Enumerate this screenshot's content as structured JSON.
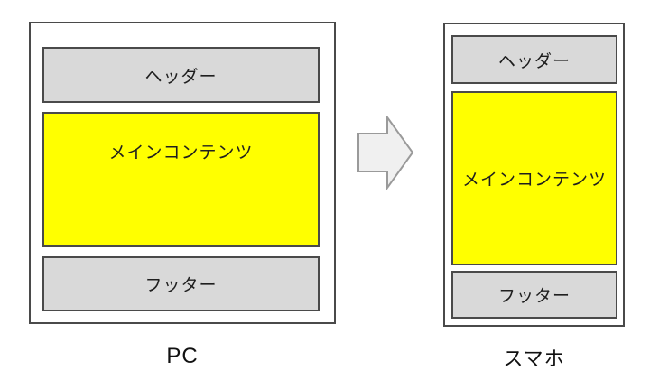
{
  "colors": {
    "background": "#ffffff",
    "border_dark": "#4a4a4a",
    "gray_fill": "#d9d9d9",
    "yellow_fill": "#ffff00",
    "arrow_fill": "#f0f0f0",
    "arrow_stroke": "#9a9a9a"
  },
  "pc": {
    "label": "PC",
    "header": "ヘッダー",
    "main": "メインコンテンツ",
    "footer": "フッター"
  },
  "smartphone": {
    "label": "スマホ",
    "header": "ヘッダー",
    "main": "メインコンテンツ",
    "footer": "フッター"
  },
  "arrow": {
    "icon": "right-arrow"
  }
}
